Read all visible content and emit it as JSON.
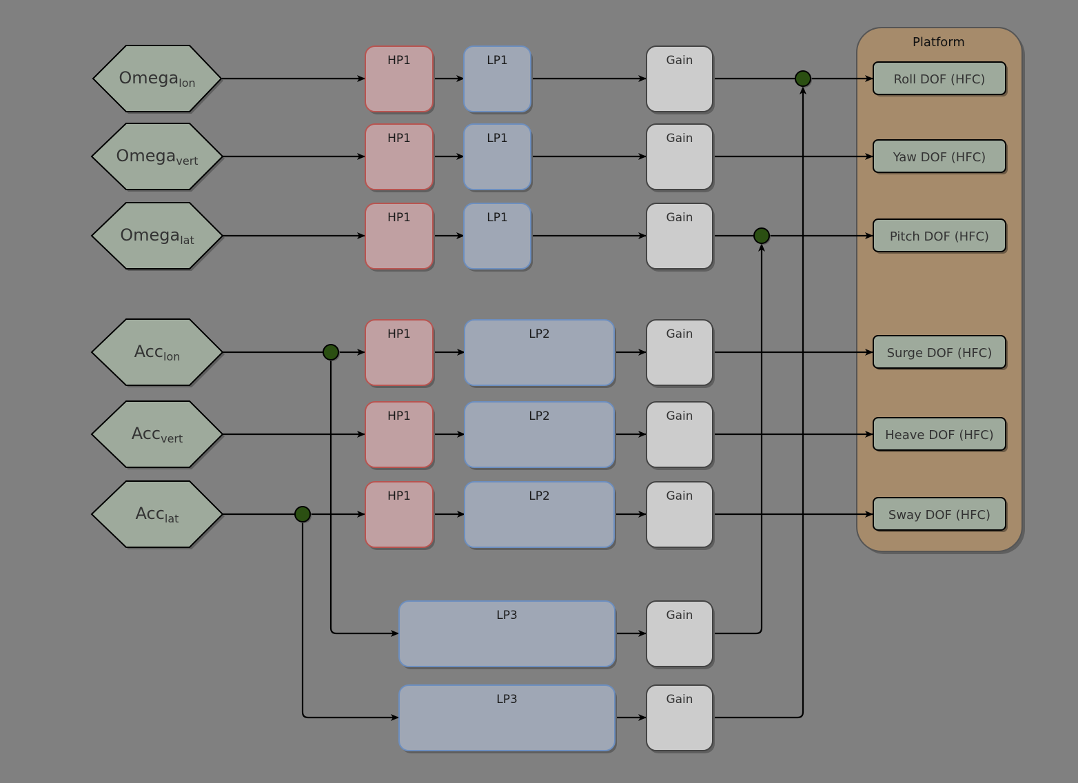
{
  "colors": {
    "background": "#808080",
    "hp_fill": "#c0a0a2",
    "hp_stroke": "#b85450",
    "lp_fill": "#9fa7b5",
    "lp_stroke": "#6c8ebf",
    "gain_fill": "#cccccc",
    "gain_stroke": "#444444",
    "input_fill": "#9eaa9c",
    "platform_fill": "#a68b6b",
    "dof_fill": "#9eaa9c",
    "junction_fill": "#2b4f12"
  },
  "inputs": [
    {
      "main": "Omega",
      "sub": "lon"
    },
    {
      "main": "Omega",
      "sub": "vert"
    },
    {
      "main": "Omega",
      "sub": "lat"
    },
    {
      "main": "Acc",
      "sub": "lon"
    },
    {
      "main": "Acc",
      "sub": "vert"
    },
    {
      "main": "Acc",
      "sub": "lat"
    }
  ],
  "hp_blocks": [
    "HP1",
    "HP1",
    "HP1",
    "HP1",
    "HP1",
    "HP1"
  ],
  "lp_blocks": [
    "LP1",
    "LP1",
    "LP1",
    "LP2",
    "LP2",
    "LP2"
  ],
  "lp3_blocks": [
    "LP3",
    "LP3"
  ],
  "gain_blocks": [
    "Gain",
    "Gain",
    "Gain",
    "Gain",
    "Gain",
    "Gain",
    "Gain",
    "Gain"
  ],
  "platform": {
    "title": "Platform",
    "dofs": [
      "Roll DOF (HFC)",
      "Yaw DOF (HFC)",
      "Pitch DOF (HFC)",
      "Surge DOF (HFC)",
      "Heave DOF (HFC)",
      "Sway DOF (HFC)"
    ]
  }
}
